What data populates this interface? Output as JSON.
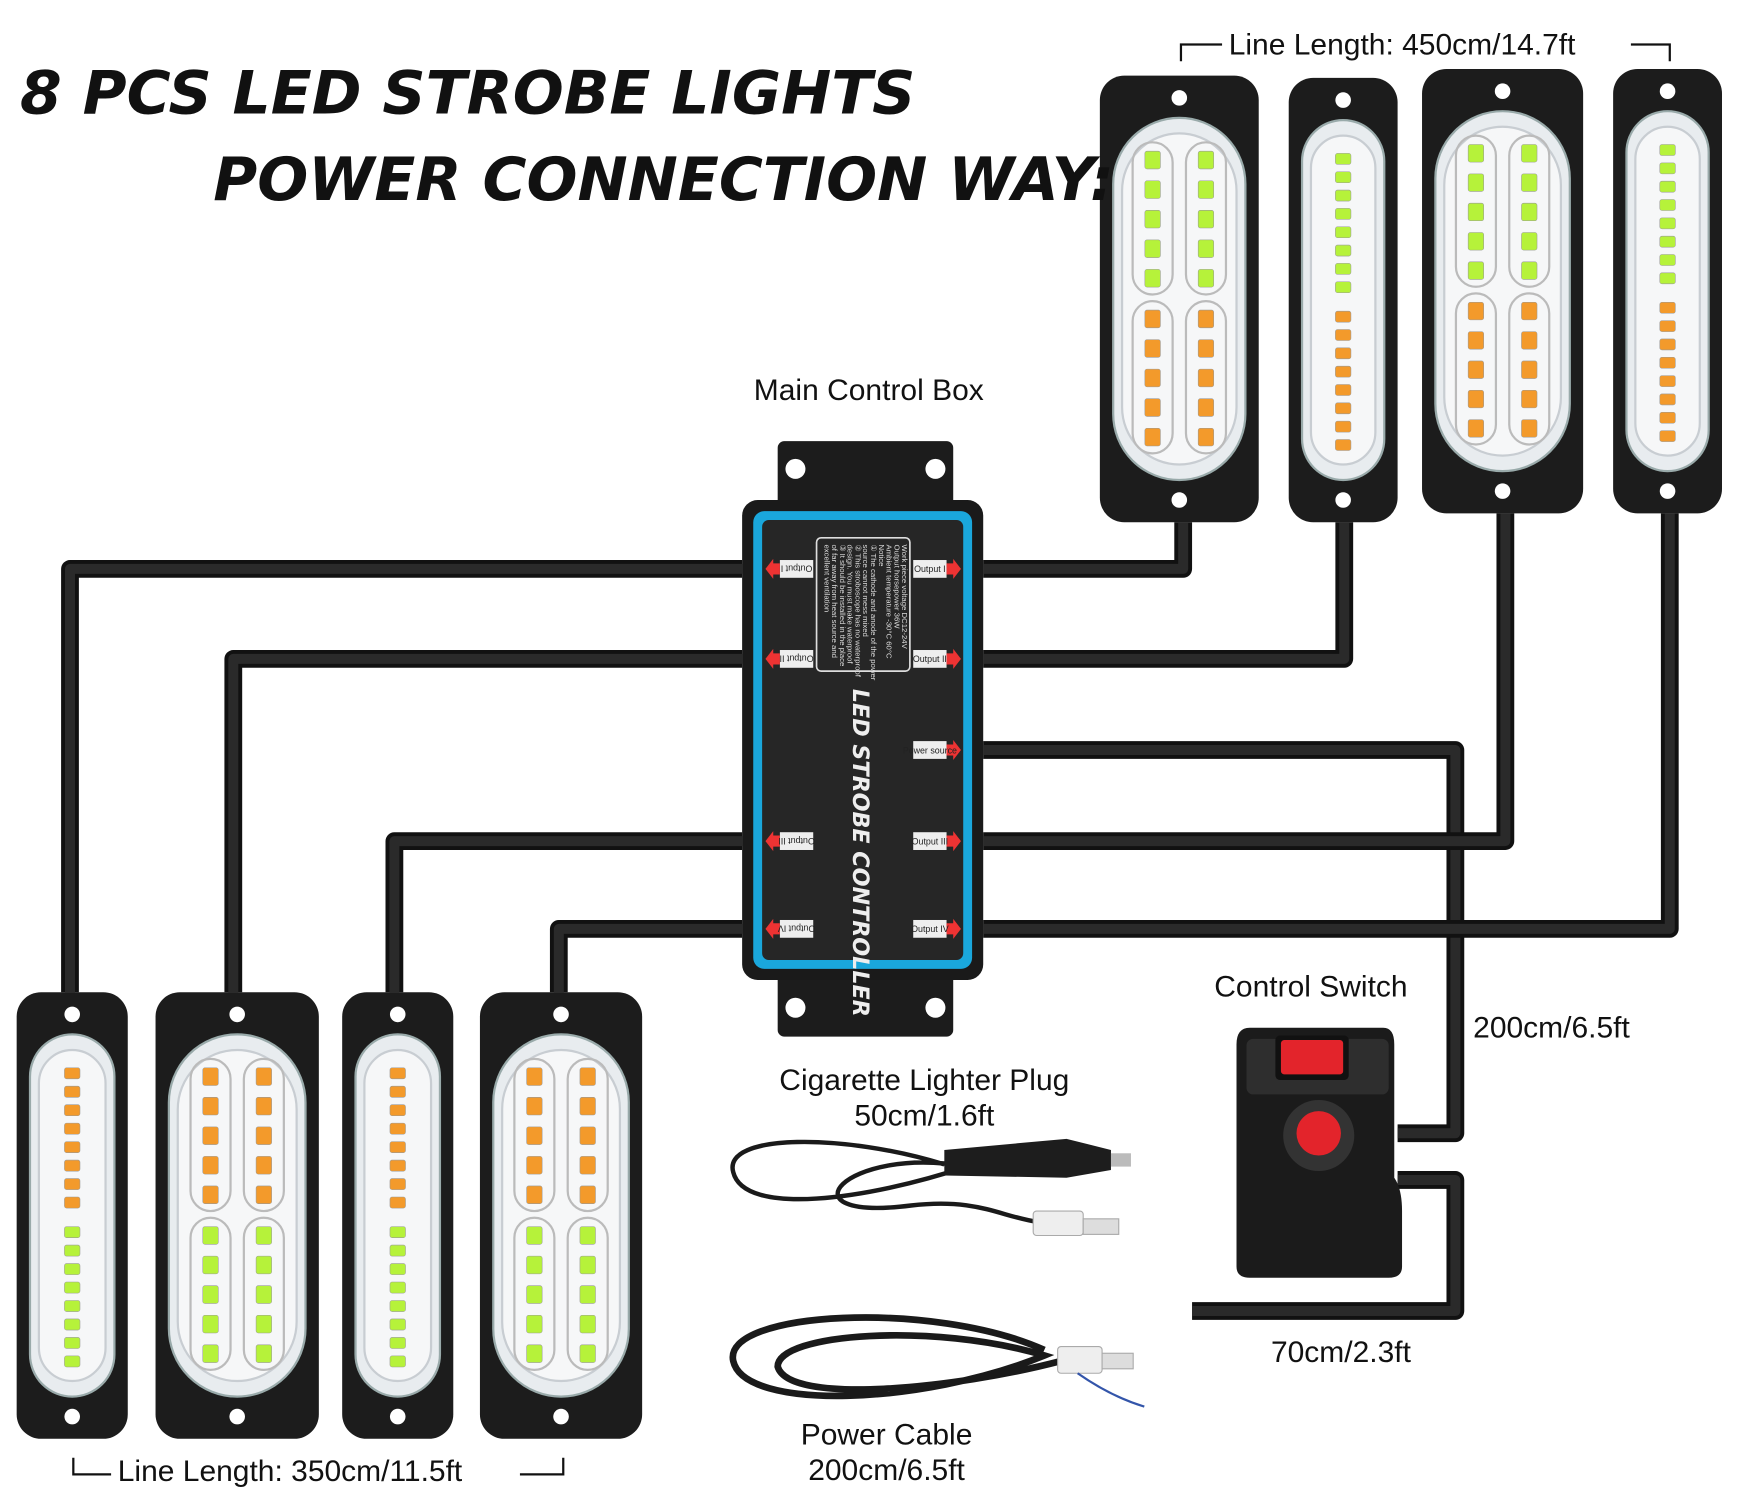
{
  "title": {
    "line1": "8 PCS LED STROBE LIGHTS",
    "line2": "POWER CONNECTION WAY:"
  },
  "labels": {
    "top_line_length": "Line Length: 450cm/14.7ft",
    "bottom_line_length": "Line Length: 350cm/11.5ft",
    "main_control_box": "Main Control Box",
    "control_switch": "Control Switch",
    "switch_to_box_length": "200cm/6.5ft",
    "switch_lead_length": "70cm/2.3ft",
    "cigarette_plug": "Cigarette Lighter Plug",
    "cigarette_plug_length": "50cm/1.6ft",
    "power_cable": "Power Cable",
    "power_cable_length": "200cm/6.5ft"
  },
  "control_box": {
    "name": "LED STROBE CONTROLLER",
    "outputs_right": [
      "Output I",
      "Output II",
      "Power source",
      "Output III",
      "Output IV"
    ],
    "outputs_left": [
      "Output I",
      "Output II",
      "Output III",
      "Output IV"
    ],
    "spec_lines": [
      "Work piece voltage   DC12-24V",
      "Output horsepower   36W",
      "Ambient temperature  -30°C  60°C",
      "Notice",
      "① The cathode and anode of the power",
      "source cannot mess mixed",
      "② This stroboscope has no waterproof",
      "design. You must make waterproof",
      "③ It should be installed in the place",
      "of far away from heat source and",
      "excellent ventilation"
    ],
    "accent_color": "#1aa7dc"
  },
  "colors": {
    "green_led": "#b6f23a",
    "amber_led": "#f39a2b",
    "wire": "#2a2a2a",
    "switch_red": "#e3242b"
  },
  "lights_top": [
    "dual",
    "single",
    "dual",
    "single"
  ],
  "lights_bottom": [
    "single",
    "dual",
    "single",
    "dual"
  ]
}
